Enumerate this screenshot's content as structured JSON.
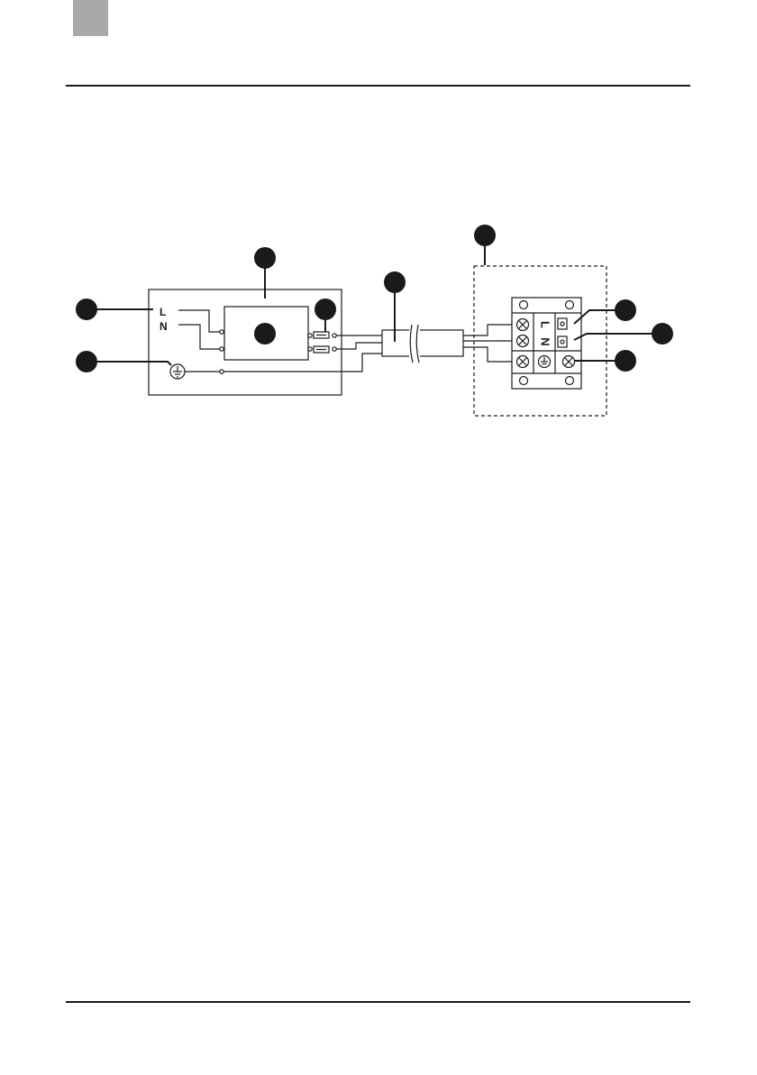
{
  "diagram": {
    "supply_labels": {
      "live": "L",
      "neutral": "N"
    },
    "socket_labels": {
      "live": "L",
      "neutral": "N"
    },
    "icons": [
      "earth-symbol-icon",
      "terminal-screw-icon",
      "fuse-icon",
      "callout-marker-icon"
    ],
    "colors": {
      "line": "#1a1a1a",
      "tab": "#a9a9a9"
    }
  }
}
